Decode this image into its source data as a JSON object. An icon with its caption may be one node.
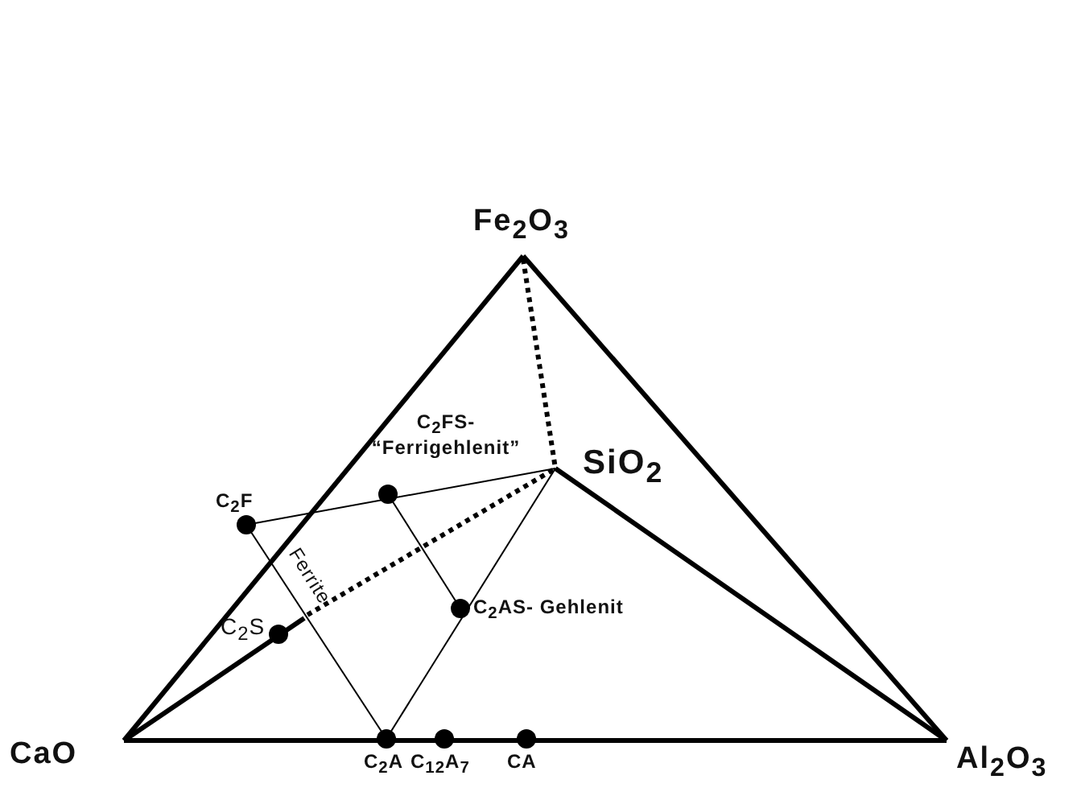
{
  "diagram": {
    "labels": [
      "Fe$_{2}$O$_{3}$",
      "C$_{2}$FS- “Ferrigehlenit”",
      "SiO$_{2}$",
      "C$_{2}$F",
      "Ferrite",
      "C$_{2}$S",
      "C$_{2}$AS- Gehlenit",
      "CaO",
      "C$_{2}$A",
      "C$_{12}$A$_{7}$",
      "CA",
      "Al$_{2}$O$_{3}$"
    ]
  }
}
